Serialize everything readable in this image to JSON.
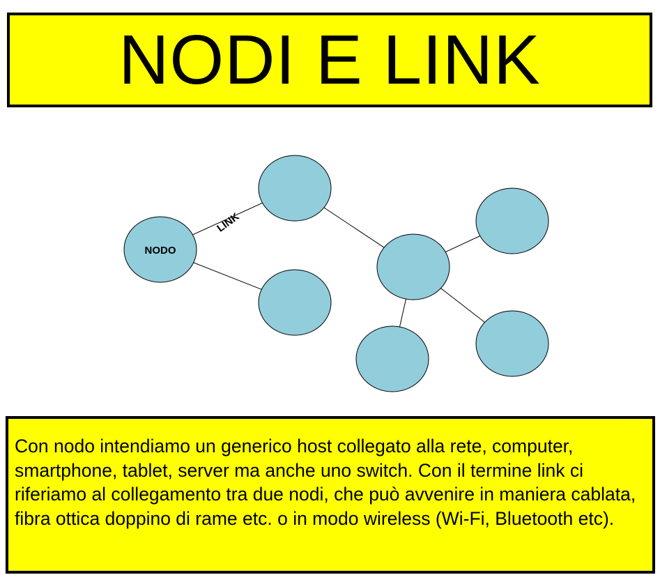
{
  "title": "NODI E LINK",
  "diagram": {
    "node_label": "NODO",
    "link_label": "LINK",
    "node_color": "#92CDDC",
    "nodes": [
      "nodo",
      "n1",
      "n2",
      "n3",
      "n4",
      "n5",
      "n6"
    ],
    "edges": [
      [
        "nodo",
        "n1"
      ],
      [
        "nodo",
        "n2"
      ],
      [
        "n1",
        "n3"
      ],
      [
        "n3",
        "n4"
      ],
      [
        "n3",
        "n5"
      ],
      [
        "n3",
        "n6"
      ]
    ]
  },
  "description": "Con nodo intendiamo un generico host collegato alla rete, computer, smartphone, tablet, server ma anche uno switch. Con il termine link ci riferiamo al collegamento tra due nodi, che può avvenire in maniera cablata, fibra ottica doppino di rame etc. o in modo wireless (Wi-Fi, Bluetooth etc)."
}
